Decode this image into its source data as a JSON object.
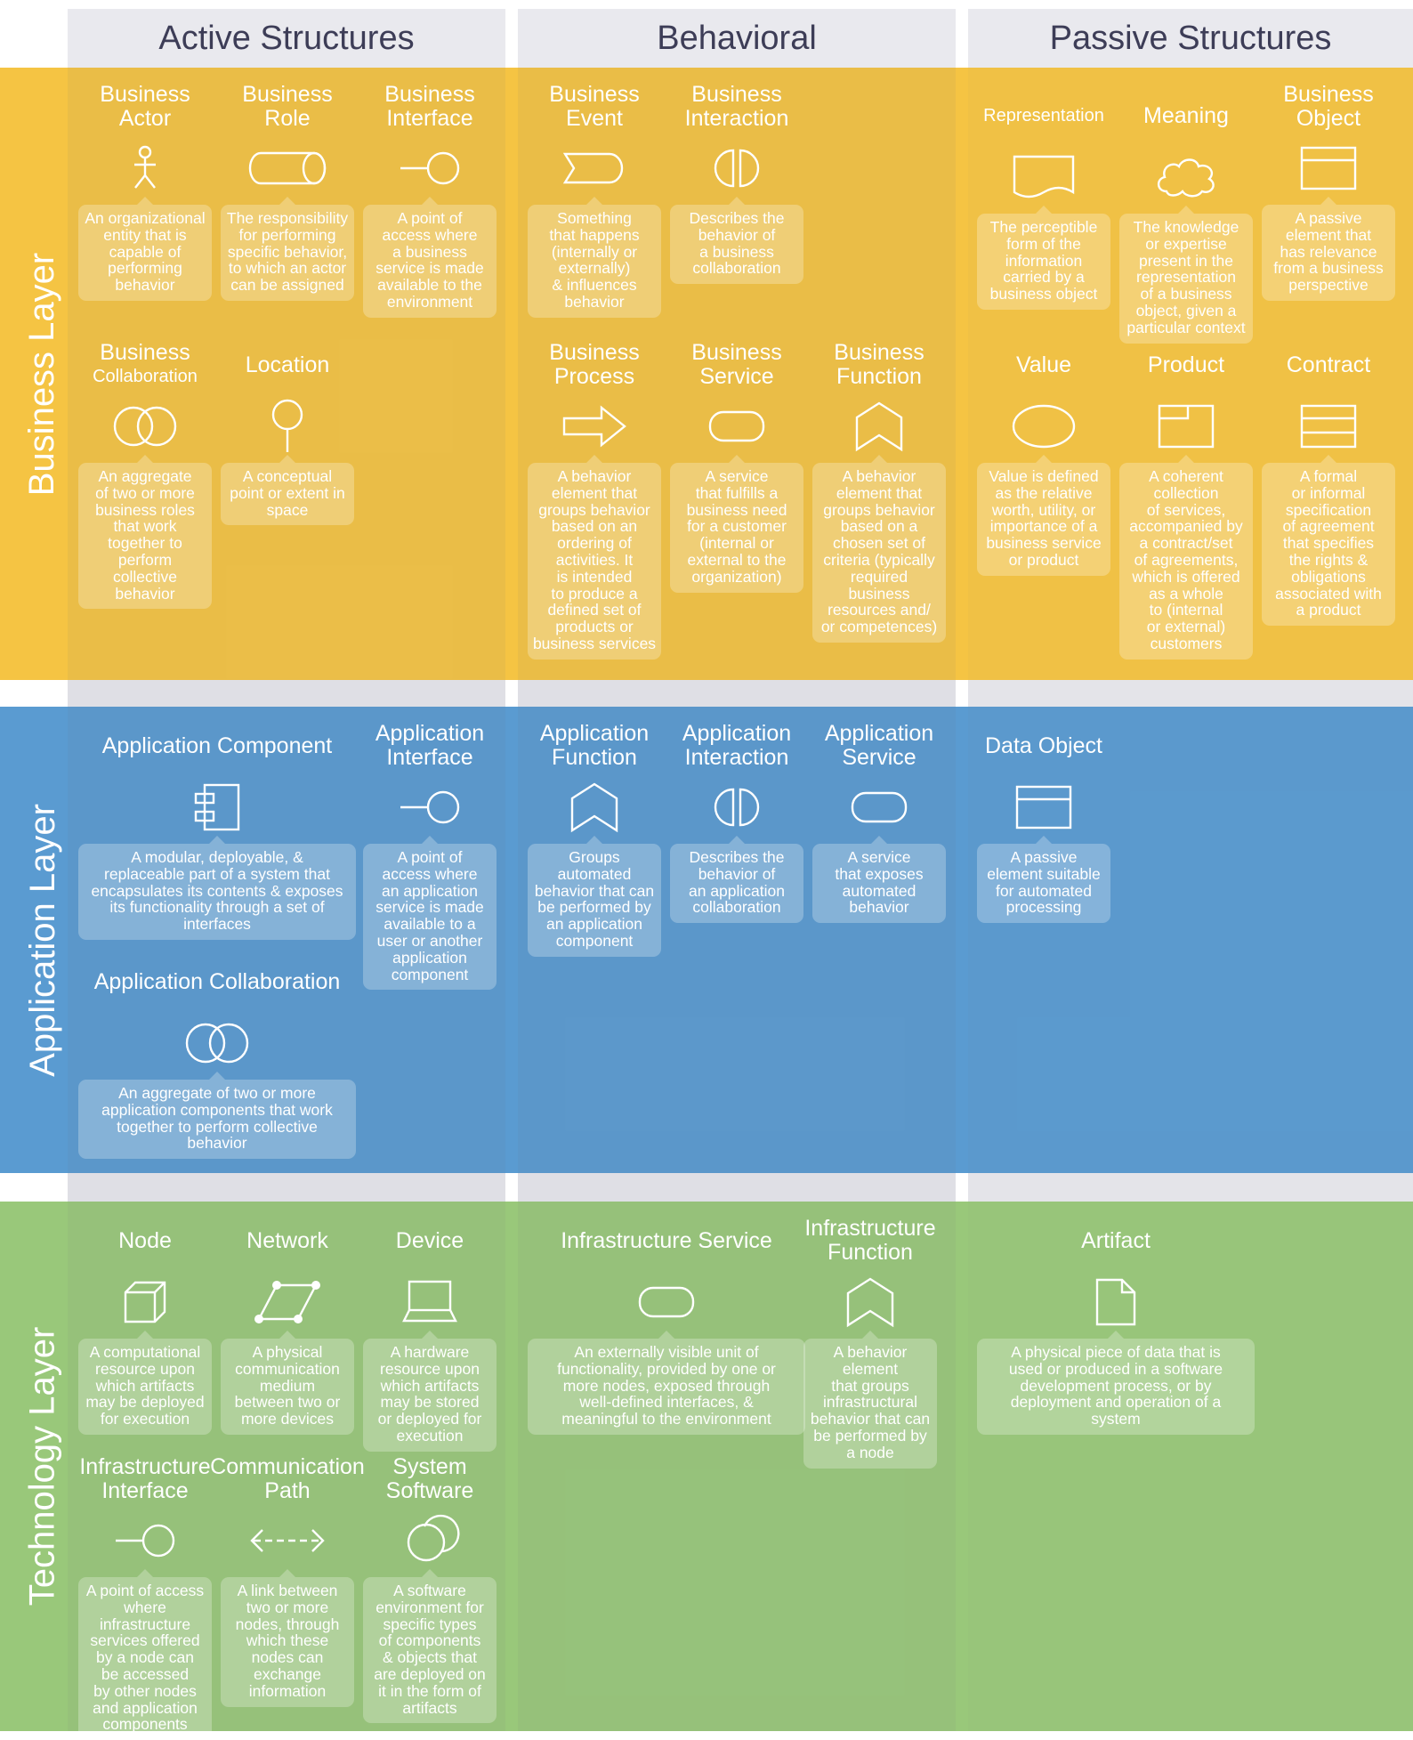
{
  "columns": {
    "active": "Active Structures",
    "behavioral": "Behavioral",
    "passive": "Passive Structures"
  },
  "layers": {
    "business": "Business Layer",
    "application": "Application Layer",
    "technology": "Technology Layer"
  },
  "colors": {
    "business": "#f5c443",
    "application": "#5a9bd1",
    "technology": "#99c87a",
    "column_tint": "#e9e9ee",
    "header_text": "#3d3d57"
  },
  "elements": {
    "business_actor": {
      "title1": "Business",
      "title2": "Actor",
      "icon": "actor-icon",
      "desc": [
        "An organizational",
        "entity that is",
        "capable of",
        "performing",
        "behavior"
      ]
    },
    "business_role": {
      "title1": "Business",
      "title2": "Role",
      "icon": "role-icon",
      "desc": [
        "The responsibility",
        "for performing",
        "specific behavior,",
        "to which an actor",
        "can be assigned"
      ]
    },
    "business_interface": {
      "title1": "Business",
      "title2": "Interface",
      "icon": "interface-icon",
      "desc": [
        "A point of",
        "access where",
        "a business",
        "service is made",
        "available to the",
        "environment"
      ]
    },
    "business_collaboration": {
      "title1": "Business",
      "title2": "Collaboration",
      "icon": "collaboration-icon",
      "desc": [
        "An aggregate",
        "of two or more",
        "business roles",
        "that work",
        "together to",
        "perform",
        "collective",
        "behavior"
      ]
    },
    "location": {
      "title1": "Location",
      "icon": "location-pin-icon",
      "desc": [
        "A conceptual",
        "point or extent in",
        "space"
      ]
    },
    "business_event": {
      "title1": "Business",
      "title2": "Event",
      "icon": "event-icon",
      "desc": [
        "Something",
        "that happens",
        "(internally or",
        "externally)",
        "& influences",
        "behavior"
      ]
    },
    "business_interaction": {
      "title1": "Business",
      "title2": "Interaction",
      "icon": "interaction-icon",
      "desc": [
        "Describes the",
        "behavior of",
        "a business",
        "collaboration"
      ]
    },
    "business_process": {
      "title1": "Business",
      "title2": "Process",
      "icon": "process-arrow-icon",
      "desc": [
        "A behavior",
        "element that",
        "groups behavior",
        "based on an",
        "ordering of",
        "activities. It",
        "is intended",
        "to produce a",
        "defined set of",
        "products or",
        "business services"
      ]
    },
    "business_service": {
      "title1": "Business",
      "title2": "Service",
      "icon": "service-icon",
      "desc": [
        "A service",
        "that fulfills a",
        "business need",
        "for a customer",
        "(internal or",
        "external to the",
        "organization)"
      ]
    },
    "business_function": {
      "title1": "Business",
      "title2": "Function",
      "icon": "function-icon",
      "desc": [
        "A behavior",
        "element that",
        "groups behavior",
        "based on a",
        "chosen set of",
        "criteria (typically",
        "required",
        "business",
        "resources and/",
        "or competences)"
      ]
    },
    "representation": {
      "title1": "Representation",
      "icon": "representation-icon",
      "desc": [
        "The perceptible",
        "form of the",
        "information",
        "carried by a",
        "business object"
      ]
    },
    "meaning": {
      "title1": "Meaning",
      "icon": "cloud-icon",
      "desc": [
        "The knowledge",
        "or expertise",
        "present in the",
        "representation",
        "of a business",
        "object, given a",
        "particular context"
      ]
    },
    "business_object": {
      "title1": "Business",
      "title2": "Object",
      "icon": "object-icon",
      "desc": [
        "A passive",
        "element that",
        "has relevance",
        "from a business",
        "perspective"
      ]
    },
    "value": {
      "title1": "Value",
      "icon": "value-ellipse-icon",
      "desc": [
        "Value is defined",
        "as the relative",
        "worth, utility, or",
        "importance of a",
        "business service",
        "or product"
      ]
    },
    "product": {
      "title1": "Product",
      "icon": "product-icon",
      "desc": [
        "A coherent",
        "collection",
        "of services,",
        "accompanied by",
        "a contract/set",
        "of agreements,",
        "which is offered",
        "as a whole",
        "to (internal",
        "or external)",
        "customers"
      ]
    },
    "contract": {
      "title1": "Contract",
      "icon": "contract-icon",
      "desc": [
        "A formal",
        "or informal",
        "specification",
        "of agreement",
        "that specifies",
        "the rights &",
        "obligations",
        "associated with",
        "a product"
      ]
    },
    "application_component": {
      "title1": "Application Component",
      "icon": "component-icon",
      "desc": [
        "A modular, deployable, &",
        "replaceable part of a system that",
        "encapsulates its contents & exposes",
        "its functionality through a set of",
        "interfaces"
      ]
    },
    "application_interface": {
      "title1": "Application",
      "title2": "Interface",
      "icon": "interface-icon",
      "desc": [
        "A point of",
        "access where",
        "an application",
        "service is made",
        "available to a",
        "user or another",
        "application",
        "component"
      ]
    },
    "application_collaboration": {
      "title1": "Application Collaboration",
      "icon": "collaboration-icon",
      "desc": [
        "An aggregate of two or more",
        "application components that work",
        "together to perform collective",
        "behavior"
      ]
    },
    "application_function": {
      "title1": "Application",
      "title2": "Function",
      "icon": "function-icon",
      "desc": [
        "Groups",
        "automated",
        "behavior that can",
        "be performed by",
        "an application",
        "component"
      ]
    },
    "application_interaction": {
      "title1": "Application",
      "title2": "Interaction",
      "icon": "interaction-icon",
      "desc": [
        "Describes the",
        "behavior of",
        "an application",
        "collaboration"
      ]
    },
    "application_service": {
      "title1": "Application",
      "title2": "Service",
      "icon": "service-icon",
      "desc": [
        "A service",
        "that exposes",
        "automated",
        "behavior"
      ]
    },
    "data_object": {
      "title1": "Data Object",
      "icon": "object-icon",
      "desc": [
        "A passive",
        "element suitable",
        "for automated",
        "processing"
      ]
    },
    "node": {
      "title1": "Node",
      "icon": "cube-icon",
      "desc": [
        "A computational",
        "resource upon",
        "which artifacts",
        "may be deployed",
        "for execution"
      ]
    },
    "network": {
      "title1": "Network",
      "icon": "network-icon",
      "desc": [
        "A physical",
        "communication",
        "medium",
        "between two or",
        "more devices"
      ]
    },
    "device": {
      "title1": "Device",
      "icon": "device-icon",
      "desc": [
        "A hardware",
        "resource upon",
        "which artifacts",
        "may be stored",
        "or deployed for",
        "execution"
      ]
    },
    "infrastructure_interface": {
      "title1": "Infrastructure",
      "title2": "Interface",
      "icon": "interface-icon",
      "desc": [
        "A point of access",
        "where infrastructure",
        "services offered",
        "by a node can",
        "be accessed",
        "by other nodes",
        "and application",
        "components"
      ]
    },
    "communication_path": {
      "title1": "Communication",
      "title2": "Path",
      "icon": "communication-path-icon",
      "desc": [
        "A link between",
        "two or more",
        "nodes, through",
        "which these",
        "nodes can",
        "exchange",
        "information"
      ]
    },
    "system_software": {
      "title1": "System",
      "title2": "Software",
      "icon": "system-software-icon",
      "desc": [
        "A software",
        "environment for",
        "specific types",
        "of components",
        "& objects that",
        "are deployed on",
        "it in the form of",
        "artifacts"
      ]
    },
    "infrastructure_service": {
      "title1": "Infrastructure Service",
      "icon": "service-icon",
      "desc": [
        "An externally visible unit of",
        "functionality, provided by one or",
        "more nodes, exposed through",
        "well-defined interfaces, &",
        "meaningful to the environment"
      ]
    },
    "infrastructure_function": {
      "title1": "Infrastructure",
      "title2": "Function",
      "icon": "function-icon",
      "desc": [
        "A behavior element",
        "that groups",
        "infrastructural",
        "behavior that can",
        "be performed by",
        "a node"
      ]
    },
    "artifact": {
      "title1": "Artifact",
      "icon": "artifact-icon",
      "desc": [
        "A physical piece of data that is",
        "used or produced in a software",
        "development process, or by",
        "deployment and operation of a",
        "system"
      ]
    }
  }
}
